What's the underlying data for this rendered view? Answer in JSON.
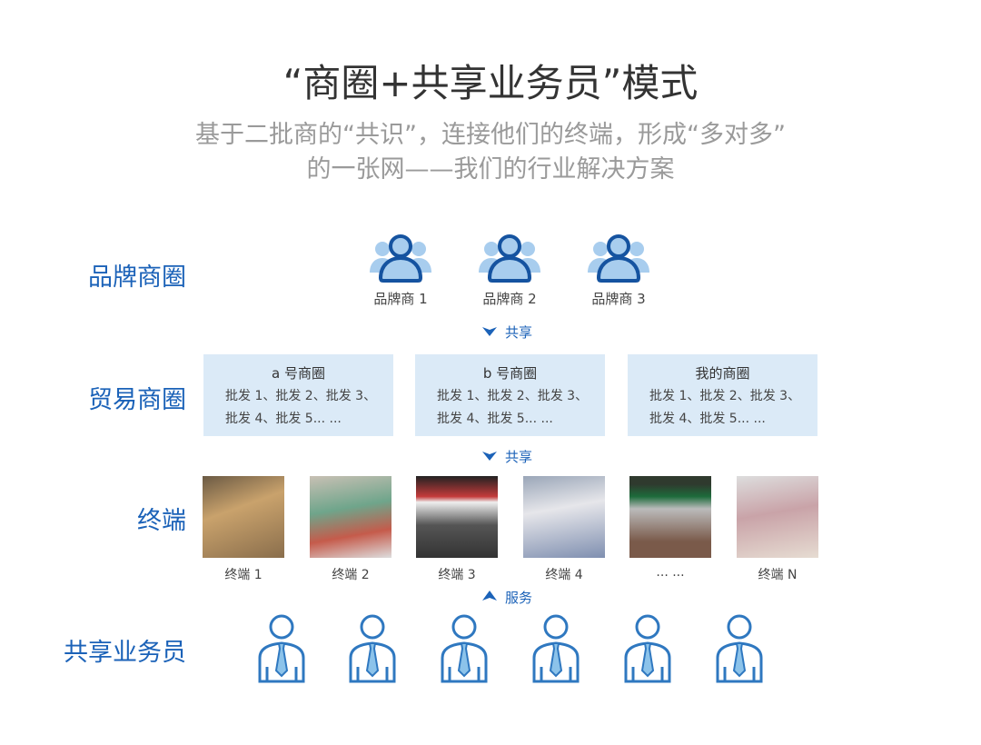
{
  "title": "“商圈+共享业务员”模式",
  "subtitle": [
    "基于二批商的“共识”，连接他们的终端，形成“多对多”",
    "的一张网——我们的行业解决方案"
  ],
  "rows": {
    "brand": "品牌商圈",
    "trade": "贸易商圈",
    "terminal": "终端",
    "sales": "共享业务员"
  },
  "brands": [
    "品牌商 1",
    "品牌商 2",
    "品牌商 3"
  ],
  "arrows": {
    "share1": "共享",
    "share2": "共享",
    "serve": "服务"
  },
  "circles": [
    {
      "name": "a 号商圈",
      "line1": "批发 1、批发 2、批发 3、",
      "line2": "批发 4、批发 5... ..."
    },
    {
      "name": "b 号商圈",
      "line1": "批发 1、批发 2、批发 3、",
      "line2": "批发 4、批发 5... ..."
    },
    {
      "name": "我的商圈",
      "line1": "批发 1、批发 2、批发 3、",
      "line2": "批发 4、批发 5... ..."
    }
  ],
  "terminals": [
    "终端 1",
    "终端 2",
    "终端 3",
    "终端 4",
    "... ...",
    "终端 N"
  ],
  "colors": {
    "accent": "#1b62b8",
    "box": "#dbeaf7",
    "icon_light": "#a8cdee"
  }
}
